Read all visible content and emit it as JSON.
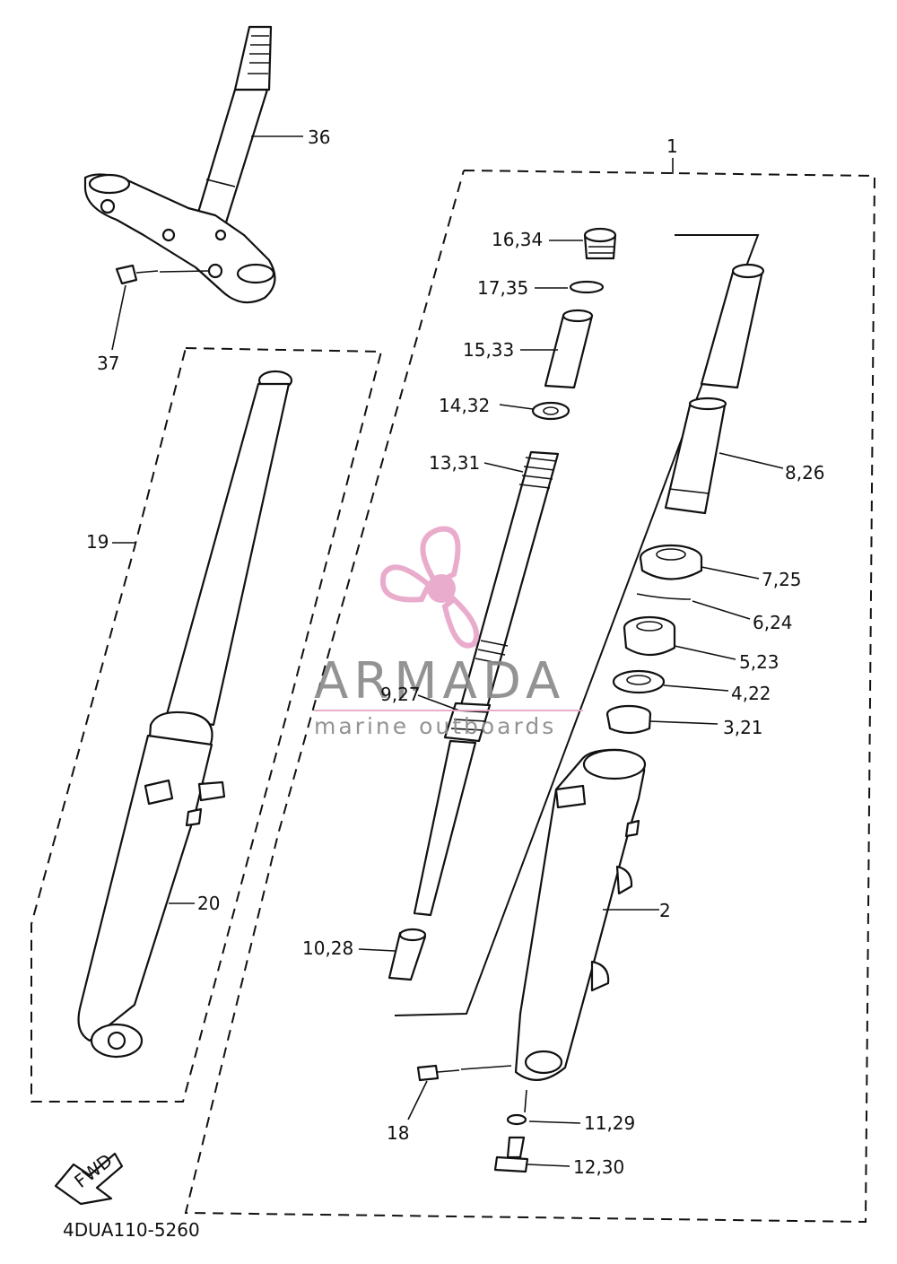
{
  "labels": {
    "l36": "36",
    "l1": "1",
    "l1634": "16,34",
    "l1735": "17,35",
    "l1533": "15,33",
    "l37": "37",
    "l1432": "14,32",
    "l1331": "13,31",
    "l826": "8,26",
    "l19": "19",
    "l725": "7,25",
    "l624": "6,24",
    "l523": "5,23",
    "l927": "9,27",
    "l422": "4,22",
    "l321": "3,21",
    "l2": "2",
    "l20": "20",
    "l1028": "10,28",
    "l18": "18",
    "l1129": "11,29",
    "l1230": "12,30",
    "fwd": "FWD",
    "code": "4DUA110-5260"
  },
  "watermark": {
    "brand": "ARMADA",
    "tagline": "marine outboards",
    "logo_color": "#e8a6c8"
  }
}
